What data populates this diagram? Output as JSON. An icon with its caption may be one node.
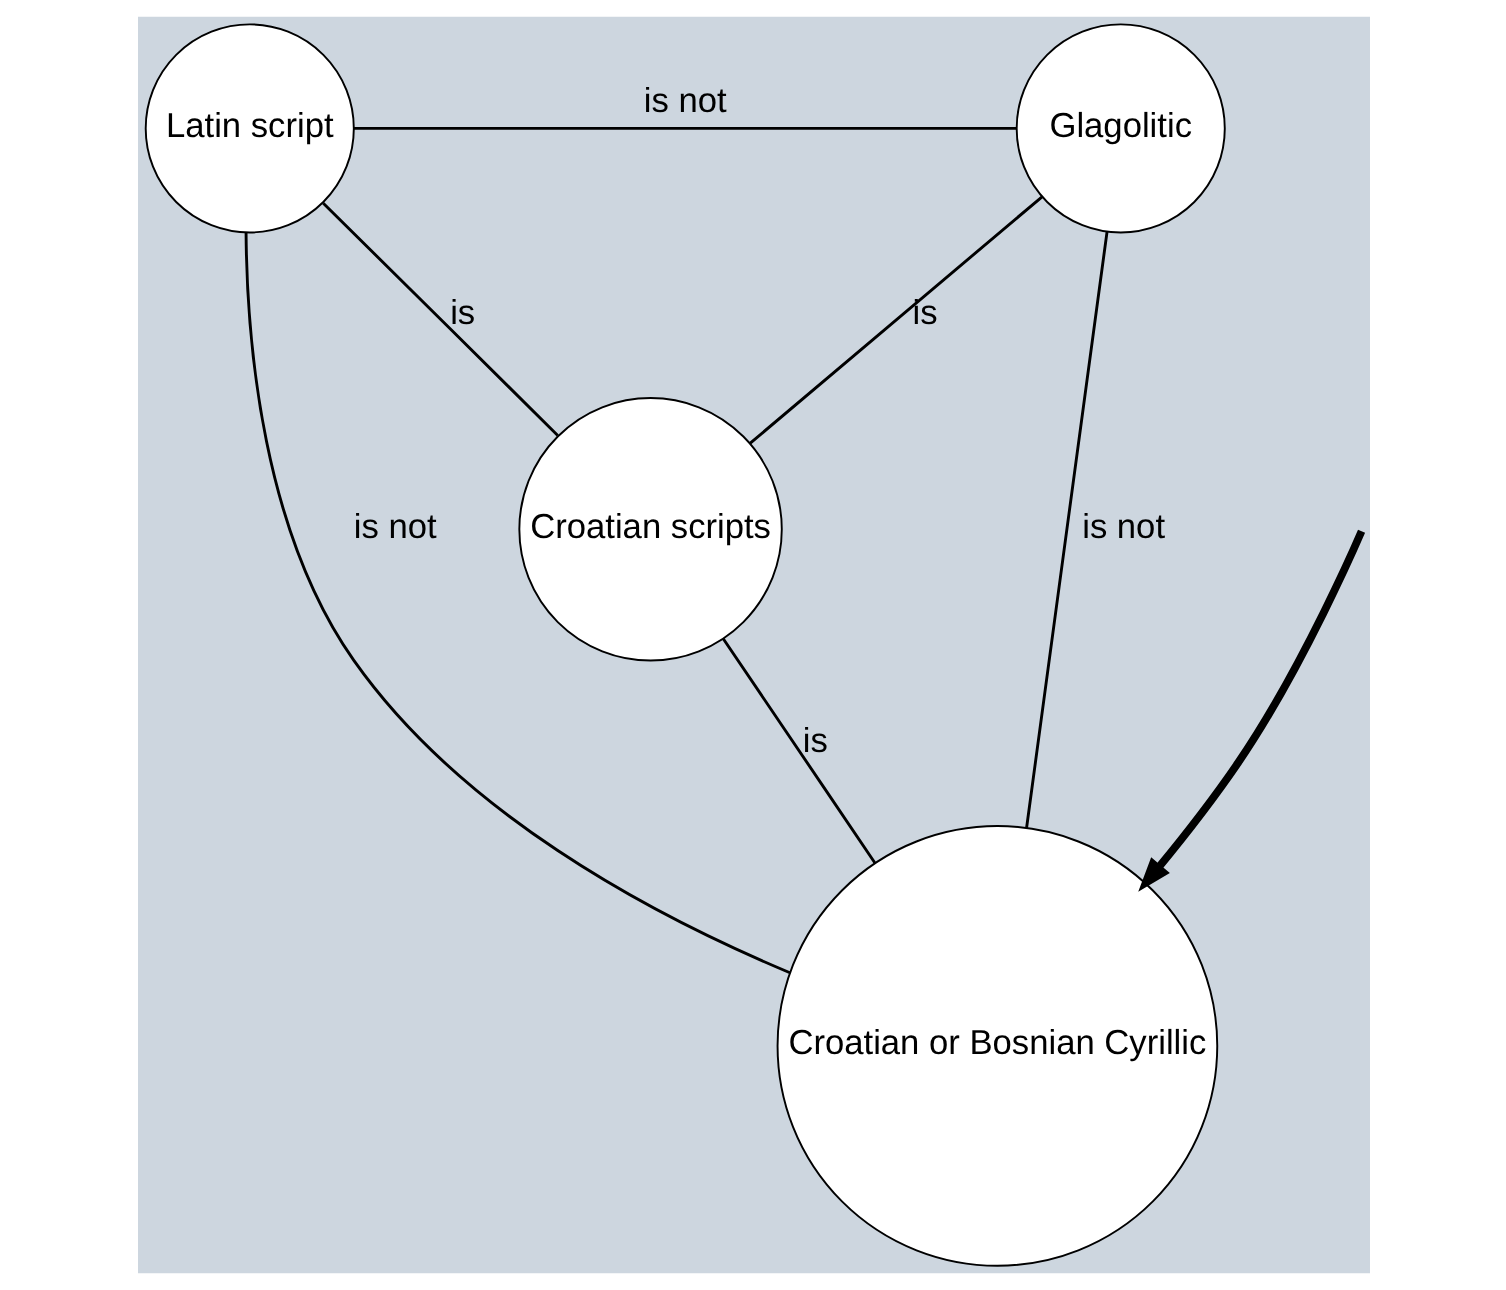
{
  "diagram": {
    "nodes": [
      {
        "text": [
          "Latin script"
        ]
      },
      {
        "text": [
          "Glagolitic"
        ]
      },
      {
        "text": [
          "Croatian scripts"
        ]
      },
      {
        "text": [
          "Croatian or Bosnian Cyrillic"
        ]
      }
    ],
    "edges": [
      {
        "from": 0,
        "to": 1,
        "arrow": "none",
        "label": "is not"
      },
      {
        "from": 0,
        "to": 2,
        "arrow": "none",
        "label": "is"
      },
      {
        "from": 1,
        "to": 2,
        "arrow": "none",
        "label": "is"
      },
      {
        "from": 0,
        "to": 3,
        "arrow": "none",
        "label": "is not"
      },
      {
        "from": 2,
        "to": 3,
        "arrow": "none",
        "label": "is"
      },
      {
        "from": 1,
        "to": 3,
        "arrow": "none",
        "label": "is not"
      },
      {
        "from": null,
        "to": 3,
        "arrow": "to",
        "style": "thick"
      }
    ]
  }
}
